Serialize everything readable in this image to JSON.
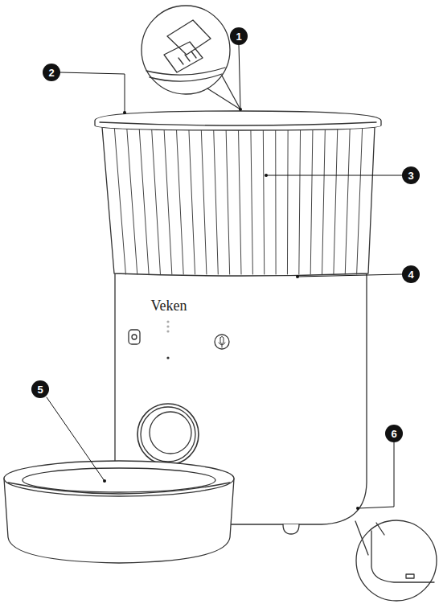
{
  "diagram": {
    "labels": [
      "1",
      "2",
      "3",
      "4",
      "5",
      "6",
      "Veken"
    ]
  }
}
